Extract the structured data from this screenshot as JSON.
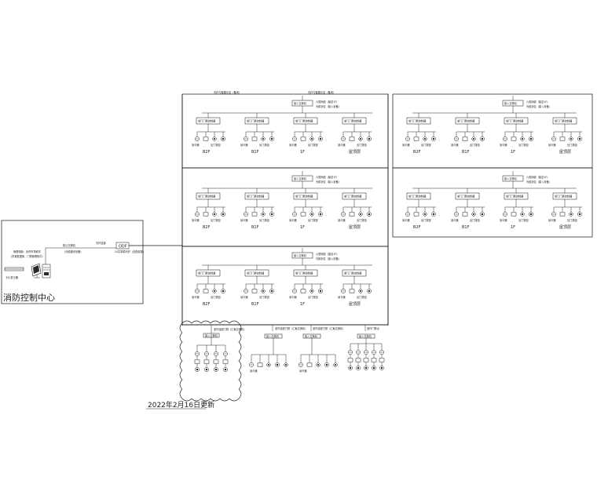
{
  "control_center": {
    "label": "消防控制中心",
    "workstation_label": "管理电脑：含停车场软件",
    "workstation_sub": "（内置数据库，门禁管理软件）",
    "printer_label": "卡片发行器",
    "switch_label": "核心交换机",
    "switch_sub": "（光缆通讯设备）",
    "cable_label": "光纤连接",
    "odf_label": "ODF",
    "odf_sub": "24芯单模光纤（含配线架）"
  },
  "common": {
    "controller_label": "单门门禁控制器",
    "access_switch_label": "接入交换机",
    "top_note_1": "光纤与链路引至（备用）",
    "top_note_2": "光纤与链路引至（备用）",
    "side_note": "六类网线（接至1F）",
    "side_note_b": "光缆到位（接入设备）",
    "device_label": "读卡器",
    "device_label_b": "出门按钮"
  },
  "blocks": [
    {
      "floors": [
        "B2F",
        "B1F",
        "1F",
        "屋顶层"
      ]
    },
    {
      "floors": [
        "B2F",
        "B1F",
        "1F",
        "屋顶层"
      ]
    },
    {
      "floors": [
        "B2F",
        "B1F",
        "1F",
        "屋顶层"
      ]
    },
    {
      "floors": [
        "B2F",
        "B1F",
        "1F",
        "屋顶层"
      ]
    },
    {
      "floors": [
        "B2F",
        "B1F",
        "1F",
        "屋顶层"
      ]
    }
  ],
  "bottom": {
    "note_1": "室外连廊门禁（汇聚交换机）",
    "note_2": "室外连廊门禁（汇聚交换机）",
    "note_3": "室外门禁点"
  },
  "revision_note": "2022年2月16日更新"
}
